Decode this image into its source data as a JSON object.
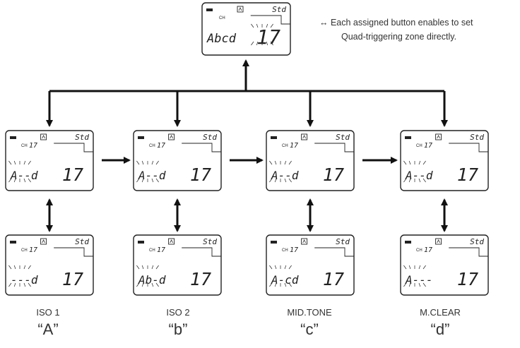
{
  "note": {
    "line1": "↔ Each assigned button enables to set",
    "line2": "Quad-triggering zone directly."
  },
  "lcd": {
    "mode": "Std",
    "ch_label": "CH",
    "ch_num": "17",
    "value": "17"
  },
  "top_display": {
    "text": "Abcd"
  },
  "columns": [
    {
      "name": "ISO 1",
      "letter": "“A”",
      "row1_text": "A--d",
      "row2_text": "---d"
    },
    {
      "name": "ISO 2",
      "letter": "“b”",
      "row1_text": "A--d",
      "row2_text": "Ab-d"
    },
    {
      "name": "MID.TONE",
      "letter": "“c”",
      "row1_text": "A--d",
      "row2_text": "A-cd"
    },
    {
      "name": "M.CLEAR",
      "letter": "“d”",
      "row1_text": "A--d",
      "row2_text": "A---"
    }
  ]
}
